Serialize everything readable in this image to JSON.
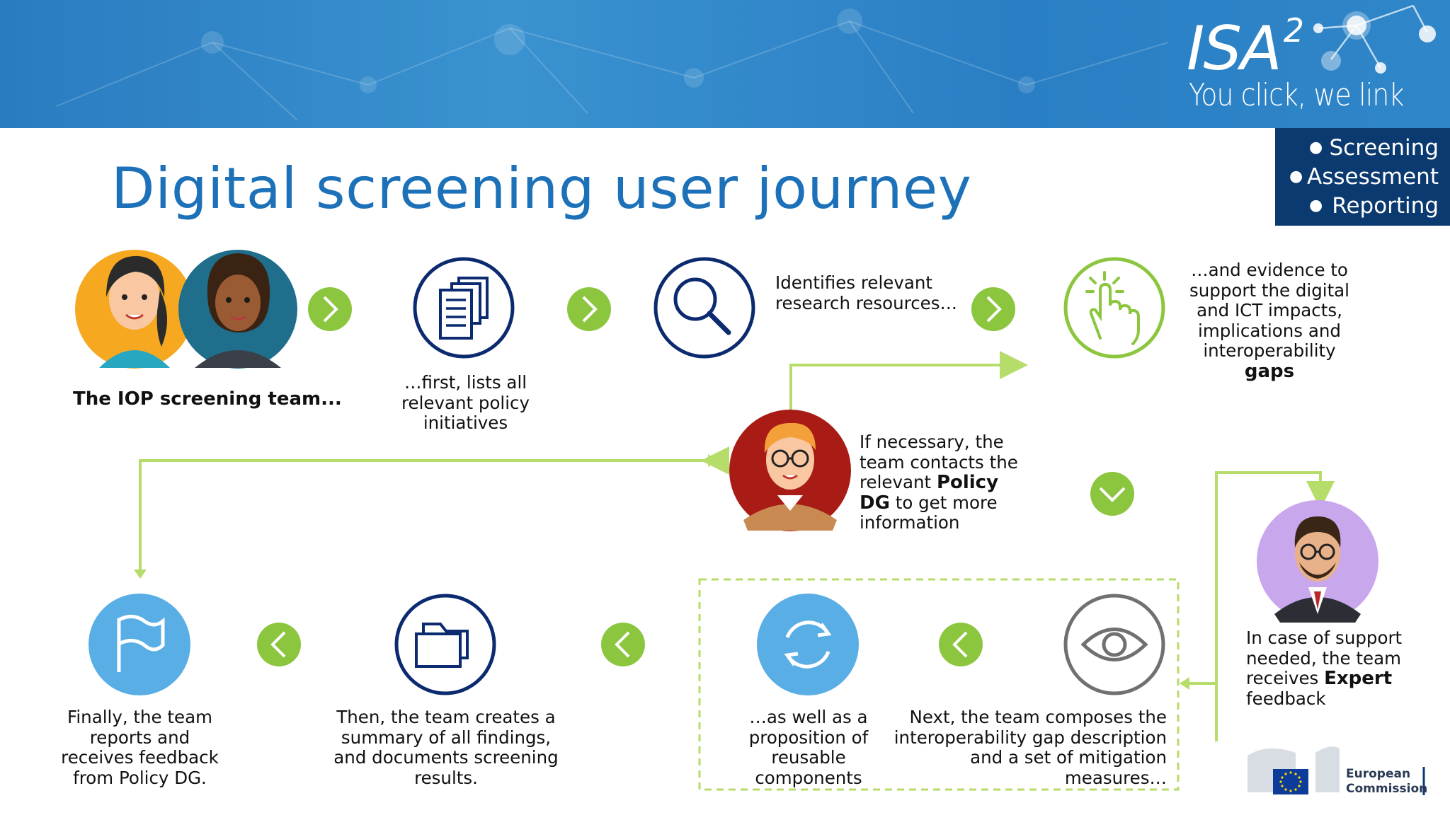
{
  "header": {
    "logo_text": "ISA",
    "logo_sup": "2",
    "tagline": "You click, we link"
  },
  "menu": {
    "items": [
      "Screening",
      "Assessment",
      "Reporting"
    ]
  },
  "title": "Digital screening user journey",
  "steps": {
    "team": "The IOP screening team...",
    "lists_1": "…first, lists all",
    "lists_2": "relevant policy",
    "lists_3": "initiatives",
    "identifies_1": "Identifies relevant",
    "identifies_2": "research resources…",
    "evidence_1": "…and evidence to",
    "evidence_2": "support the digital",
    "evidence_3": "and ICT impacts,",
    "evidence_4": "implications and",
    "evidence_5": "interoperability",
    "evidence_6": "gaps",
    "contacts_1": "If necessary, the",
    "contacts_2": "team contacts the",
    "contacts_3a": "relevant ",
    "contacts_3b": "Policy",
    "contacts_4a": "DG",
    "contacts_4b": " to get more",
    "contacts_5": "information",
    "expert_1": "In case of support",
    "expert_2": "needed, the team",
    "expert_3a": "receives ",
    "expert_3b": "Expert",
    "expert_4": "feedback",
    "composes_1": "Next, the team composes the",
    "composes_2": "interoperability gap description",
    "composes_3": "and a set of mitigation",
    "composes_4": "measures…",
    "reusable_1": "…as well as a",
    "reusable_2": "proposition of",
    "reusable_3": "reusable",
    "reusable_4": "components",
    "summary_1": "Then, the team creates a",
    "summary_2": "summary of all findings,",
    "summary_3": "and documents screening",
    "summary_4": "results.",
    "finally_1": "Finally, the team",
    "finally_2": "reports and",
    "finally_3": "receives feedback",
    "finally_4": "from Policy DG."
  },
  "footer": {
    "ec_1": "European",
    "ec_2": "Commission"
  },
  "colors": {
    "accent_green": "#8cc63f",
    "dark_blue": "#0b2a6f",
    "light_blue": "#5aaee6",
    "title_blue": "#1d71b8",
    "menu_bg": "#0b3a70"
  },
  "icons": [
    "document-stack-icon",
    "magnifier-icon",
    "tap-hand-icon",
    "eye-icon",
    "refresh-icon",
    "folder-icon",
    "flag-icon",
    "chevron-right-icon",
    "chevron-left-icon",
    "chevron-down-icon"
  ]
}
